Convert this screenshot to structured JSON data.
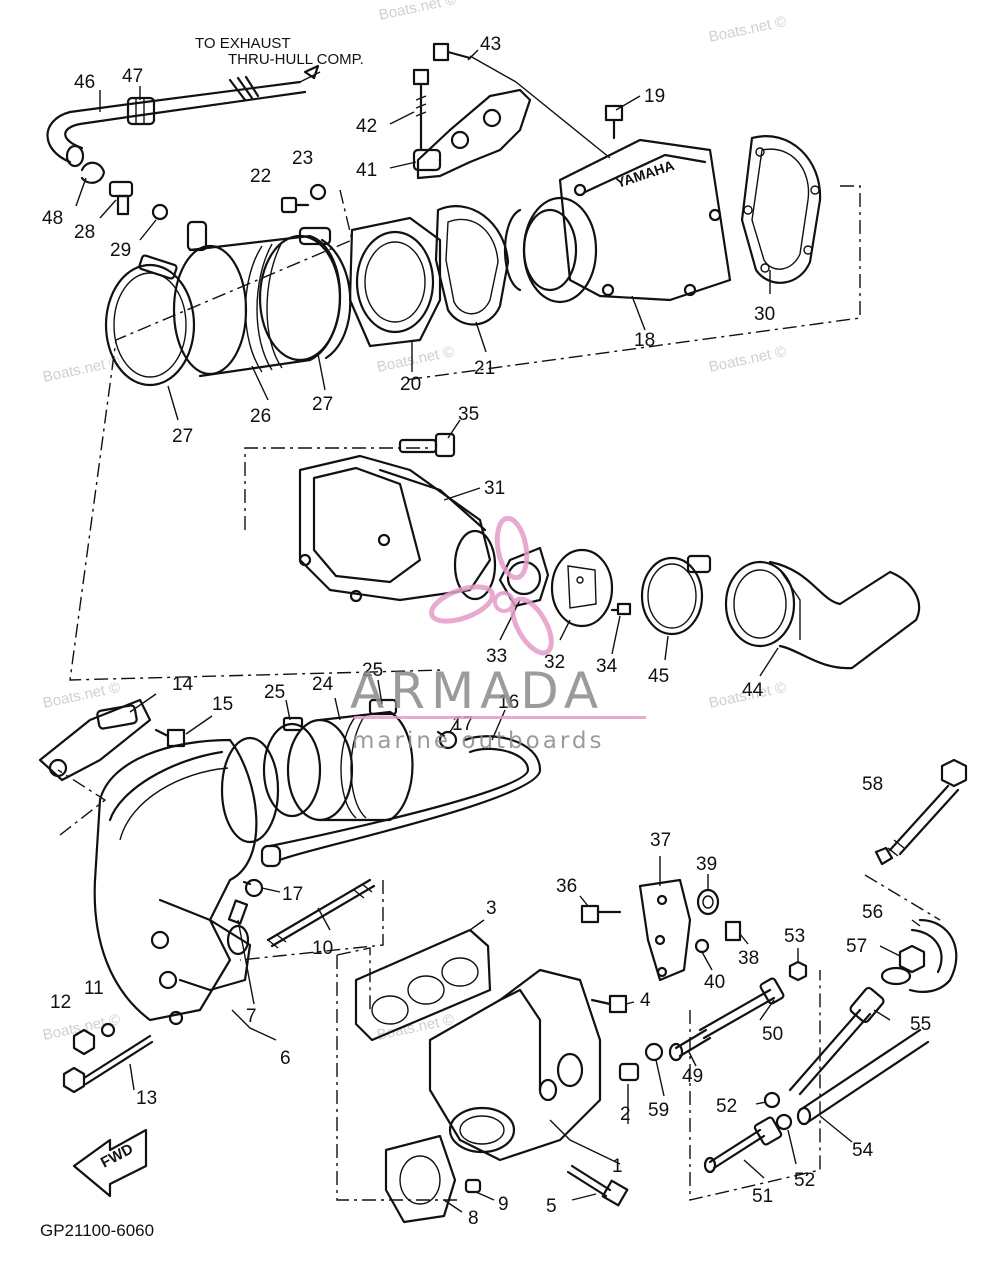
{
  "diagram": {
    "drawing_code": "GP21100-6060",
    "exhaust_note": [
      "TO EXHAUST",
      "THRU-HULL COMP."
    ],
    "watermark": "Boats.net ©",
    "fwd_label": "FWD",
    "brand": {
      "name": "ARMADA",
      "tagline": "marine outboards"
    },
    "yamaha_mark": "YAMAHA"
  },
  "callouts": [
    {
      "id": "c43",
      "label": "43"
    },
    {
      "id": "c46",
      "label": "46"
    },
    {
      "id": "c47",
      "label": "47"
    },
    {
      "id": "c42",
      "label": "42"
    },
    {
      "id": "c19",
      "label": "19"
    },
    {
      "id": "c41",
      "label": "41"
    },
    {
      "id": "c22",
      "label": "22"
    },
    {
      "id": "c23",
      "label": "23"
    },
    {
      "id": "c48",
      "label": "48"
    },
    {
      "id": "c28",
      "label": "28"
    },
    {
      "id": "c29",
      "label": "29"
    },
    {
      "id": "c30",
      "label": "30"
    },
    {
      "id": "c18",
      "label": "18"
    },
    {
      "id": "c20",
      "label": "20"
    },
    {
      "id": "c21",
      "label": "21"
    },
    {
      "id": "c27a",
      "label": "27"
    },
    {
      "id": "c26",
      "label": "26"
    },
    {
      "id": "c27b",
      "label": "27"
    },
    {
      "id": "c35",
      "label": "35"
    },
    {
      "id": "c31",
      "label": "31"
    },
    {
      "id": "c33",
      "label": "33"
    },
    {
      "id": "c32",
      "label": "32"
    },
    {
      "id": "c34",
      "label": "34"
    },
    {
      "id": "c45",
      "label": "45"
    },
    {
      "id": "c44",
      "label": "44"
    },
    {
      "id": "c14",
      "label": "14"
    },
    {
      "id": "c15",
      "label": "15"
    },
    {
      "id": "c25a",
      "label": "25"
    },
    {
      "id": "c24",
      "label": "24"
    },
    {
      "id": "c25b",
      "label": "25"
    },
    {
      "id": "c16",
      "label": "16"
    },
    {
      "id": "c17a",
      "label": "17"
    },
    {
      "id": "c58",
      "label": "58"
    },
    {
      "id": "c17b",
      "label": "17"
    },
    {
      "id": "c10",
      "label": "10"
    },
    {
      "id": "c37",
      "label": "37"
    },
    {
      "id": "c36",
      "label": "36"
    },
    {
      "id": "c39",
      "label": "39"
    },
    {
      "id": "c3",
      "label": "3"
    },
    {
      "id": "c56",
      "label": "56"
    },
    {
      "id": "c53",
      "label": "53"
    },
    {
      "id": "c38",
      "label": "38"
    },
    {
      "id": "c57",
      "label": "57"
    },
    {
      "id": "c40",
      "label": "40"
    },
    {
      "id": "c12",
      "label": "12"
    },
    {
      "id": "c11",
      "label": "11"
    },
    {
      "id": "c7",
      "label": "7"
    },
    {
      "id": "c4",
      "label": "4"
    },
    {
      "id": "c50",
      "label": "50"
    },
    {
      "id": "c55",
      "label": "55"
    },
    {
      "id": "c6",
      "label": "6"
    },
    {
      "id": "c13",
      "label": "13"
    },
    {
      "id": "c49",
      "label": "49"
    },
    {
      "id": "c2",
      "label": "2"
    },
    {
      "id": "c59",
      "label": "59"
    },
    {
      "id": "c52a",
      "label": "52"
    },
    {
      "id": "c54",
      "label": "54"
    },
    {
      "id": "c1",
      "label": "1"
    },
    {
      "id": "c52b",
      "label": "52"
    },
    {
      "id": "c51",
      "label": "51"
    },
    {
      "id": "c9",
      "label": "9"
    },
    {
      "id": "c5",
      "label": "5"
    },
    {
      "id": "c8",
      "label": "8"
    }
  ]
}
